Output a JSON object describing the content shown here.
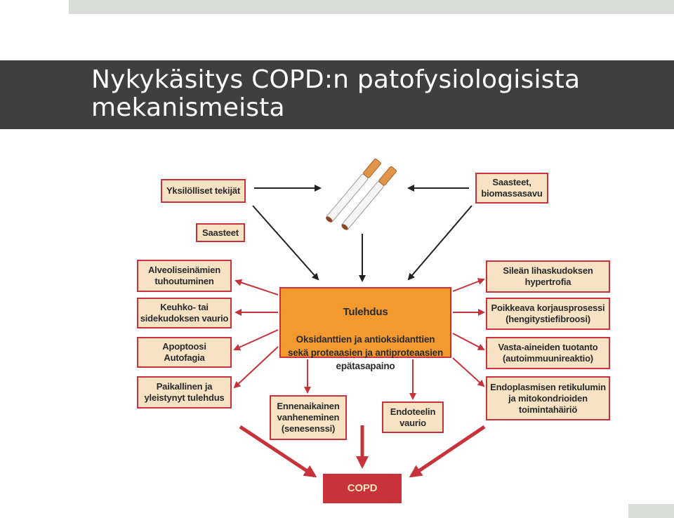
{
  "slide": {
    "title": "Nykykäsitys COPD:n patofysiologisista mekanismeista"
  },
  "diagram": {
    "causes": {
      "individual_factors": "Yksilölliset tekijät",
      "pollutants": "Saasteet",
      "pollutants_biomass": "Saasteet,\nbiomassasavu"
    },
    "center": {
      "title": "Tulehdus",
      "body": "Oksidanttien ja antioksidanttien\nsekä proteaasien ja antiproteaasien\nepätasapaino"
    },
    "left_effects": [
      "Alveoliseinämien\ntuhoutuminen",
      "Keuhko- tai\nsidekudoksen vaurio",
      "Apoptoosi\nAutofagia",
      "Paikallinen ja\nyleistynyt tulehdus"
    ],
    "right_effects": [
      "Sileän lihaskudoksen\nhypertrofia",
      "Poikkeava korjausprosessi\n(hengitystiefibroosi)",
      "Vasta-aineiden tuotanto\n(autoimmuunireaktio)",
      "Endoplasmisen retikulumin\nja mitokondrioiden\ntoimintahäiriö"
    ],
    "bottom_effects": [
      "Ennenaikainen\nvanheneminen\n(senesenssi)",
      "Endoteelin\nvaurio"
    ],
    "outcome": "COPD",
    "colors": {
      "box_fill": "#f7e3c4",
      "box_border": "#c8323a",
      "center_fill": "#f29a2e",
      "arrow_red": "#c8323a",
      "arrow_black": "#222222",
      "title_band": "#3f3f3f"
    },
    "icons": [
      "cigarette-icon",
      "cigarette-icon"
    ]
  }
}
